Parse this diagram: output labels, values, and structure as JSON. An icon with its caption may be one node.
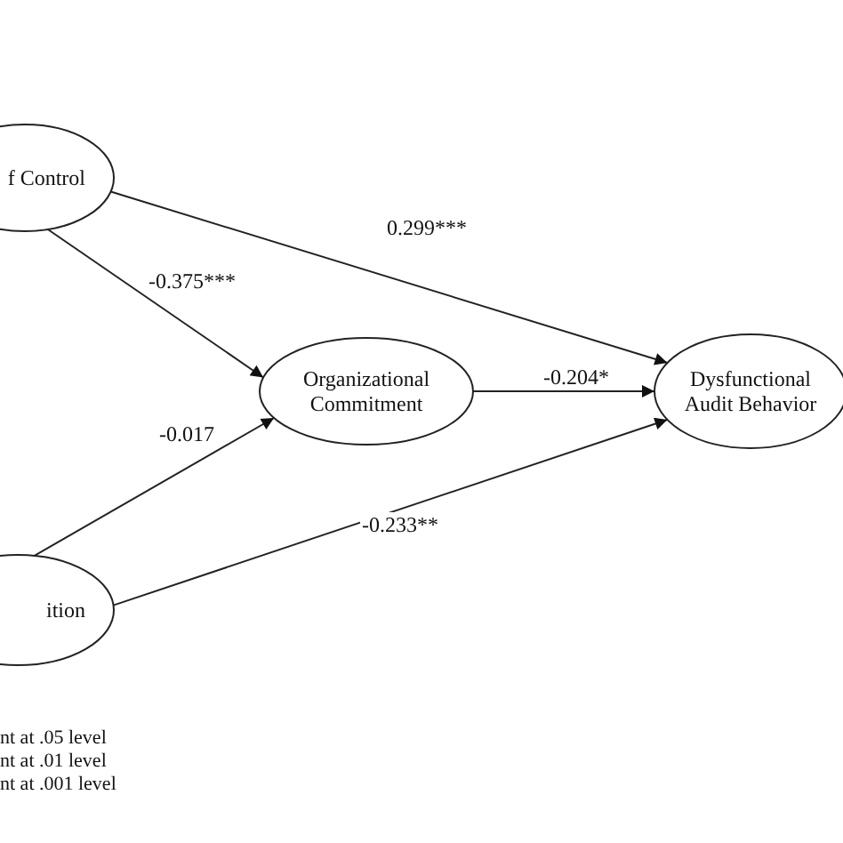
{
  "diagram": {
    "nodes": [
      {
        "text": [
          "f Control"
        ]
      },
      {
        "text": [
          "Organizational Commitment"
        ]
      },
      {
        "text": [
          "ition"
        ]
      },
      {
        "text": [
          "Dysfunctional Audit Behavior"
        ]
      }
    ],
    "edges": [
      {
        "from": 0,
        "to": 3,
        "arrow": "to",
        "label": "0.299***"
      },
      {
        "from": 0,
        "to": 1,
        "arrow": "to",
        "label": "-0.375***"
      },
      {
        "from": 1,
        "to": 3,
        "arrow": "to",
        "label": "-0.204*"
      },
      {
        "from": 2,
        "to": 1,
        "arrow": "to",
        "label": "-0.017"
      },
      {
        "from": 2,
        "to": 3,
        "arrow": "to",
        "label": "-0.233**"
      }
    ],
    "labels": [
      "nt at .05 level",
      "nt at .01 level",
      "nt at .001 level"
    ]
  }
}
